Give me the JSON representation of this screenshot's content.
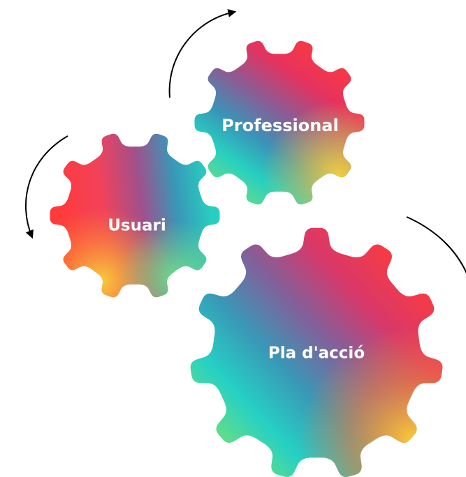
{
  "gears": [
    {
      "id": "professional",
      "label": "Professional"
    },
    {
      "id": "usuari",
      "label": "Usuari"
    },
    {
      "id": "pla",
      "label": "Pla d'acció"
    }
  ]
}
